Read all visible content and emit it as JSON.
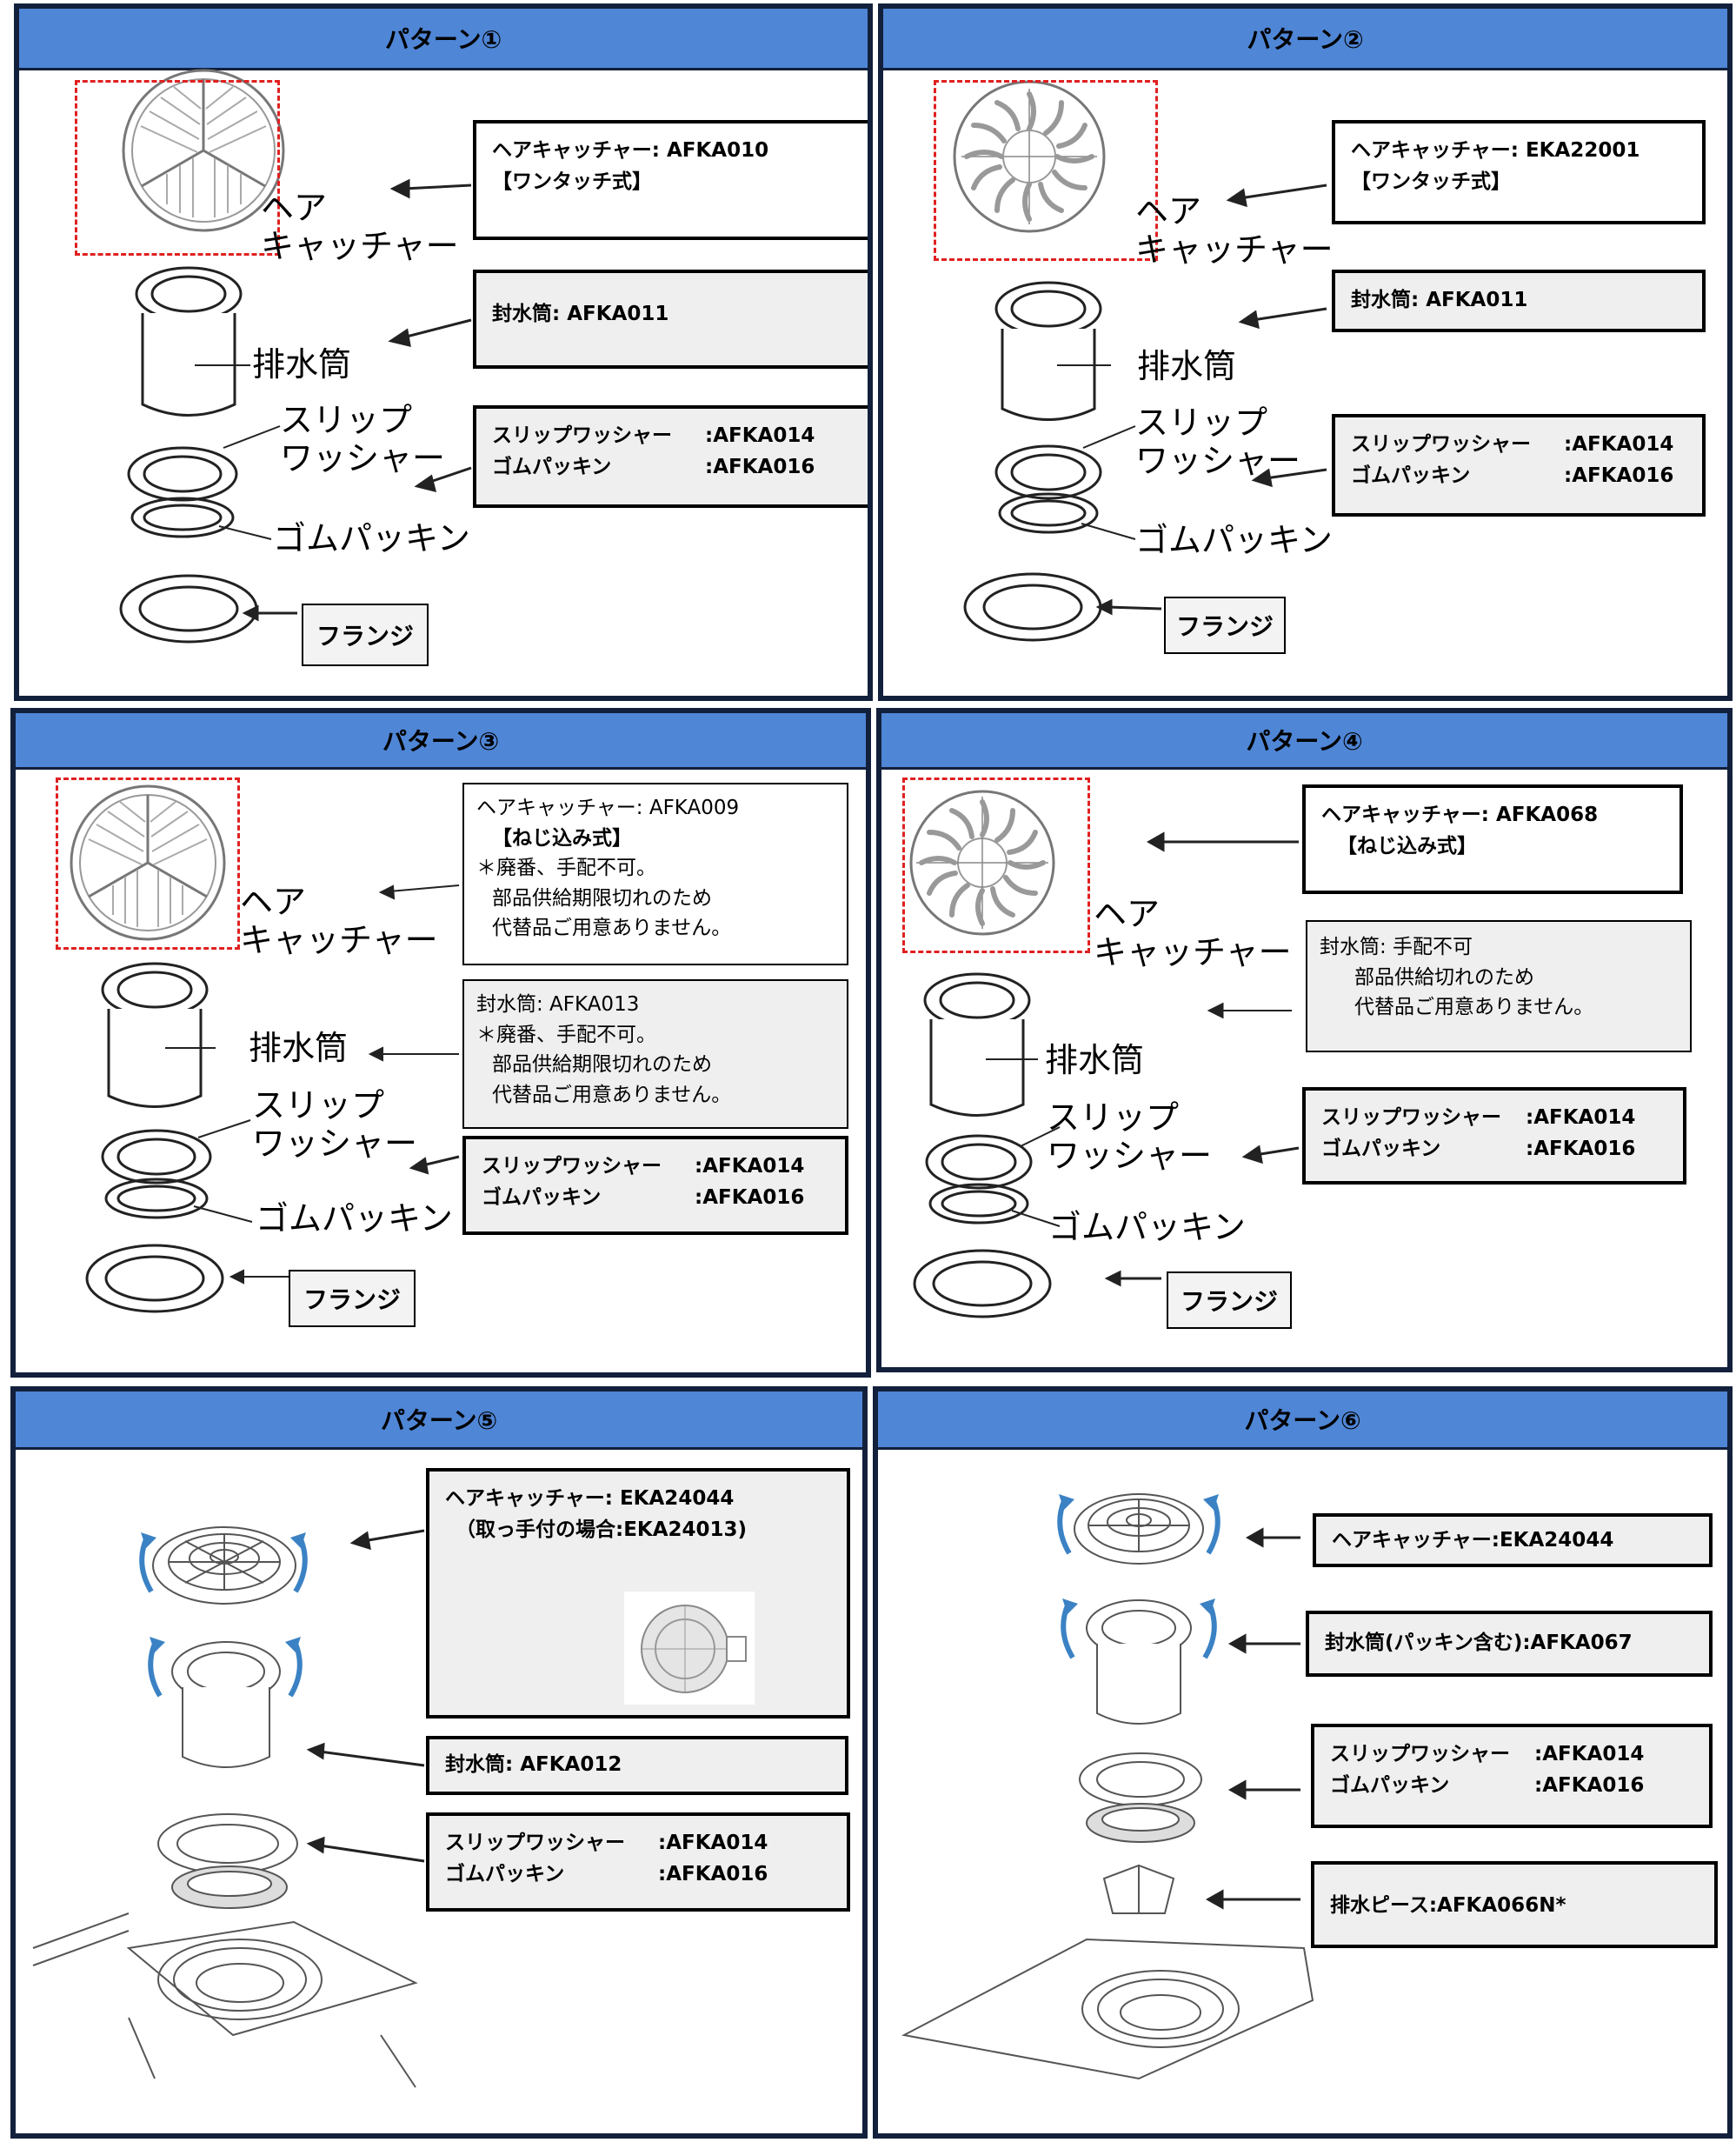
{
  "panels": [
    {
      "title": "パターン①",
      "labels": {
        "hair": [
          "ヘア",
          "キャッチャー"
        ],
        "drain": "排水筒",
        "slip": [
          "スリップ",
          "ワッシャー"
        ],
        "gomu": "ゴムパッキン"
      },
      "box1": {
        "line1": "ヘアキャッチャー: AFKA010",
        "line2": "【ワンタッチ式】"
      },
      "box2": {
        "line1": "封水筒: AFKA011"
      },
      "box3": {
        "k1": "スリップワッシャー",
        "v1": ":AFKA014",
        "k2": "ゴムパッキン",
        "v2": ":AFKA016"
      },
      "flange": "フランジ"
    },
    {
      "title": "パターン②",
      "labels": {
        "hair": [
          "ヘア",
          "キャッチャー"
        ],
        "drain": "排水筒",
        "slip": [
          "スリップ",
          "ワッシャー"
        ],
        "gomu": "ゴムパッキン"
      },
      "box1": {
        "line1": "ヘアキャッチャー: EKA22001",
        "line2": "【ワンタッチ式】"
      },
      "box2": {
        "line1": "封水筒: AFKA011"
      },
      "box3": {
        "k1": "スリップワッシャー",
        "v1": ":AFKA014",
        "k2": "ゴムパッキン",
        "v2": ":AFKA016"
      },
      "flange": "フランジ"
    },
    {
      "title": "パターン③",
      "labels": {
        "hair": [
          "ヘア",
          "キャッチャー"
        ],
        "drain": "排水筒",
        "slip": [
          "スリップ",
          "ワッシャー"
        ],
        "gomu": "ゴムパッキン"
      },
      "box1": {
        "line1": "ヘアキャッチャー: AFKA009",
        "line2": "【ねじ込み式】",
        "line3": "＊廃番、手配不可。",
        "line4": "部品供給期限切れのため",
        "line5": "代替品ご用意ありません。"
      },
      "box2": {
        "line1": "封水筒: AFKA013",
        "line2": "＊廃番、手配不可。",
        "line3": "部品供給期限切れのため",
        "line4": "代替品ご用意ありません。"
      },
      "box3": {
        "k1": "スリップワッシャー",
        "v1": ":AFKA014",
        "k2": "ゴムパッキン",
        "v2": ":AFKA016"
      },
      "flange": "フランジ"
    },
    {
      "title": "パターン④",
      "labels": {
        "hair": [
          "ヘア",
          "キャッチャー"
        ],
        "drain": "排水筒",
        "slip": [
          "スリップ",
          "ワッシャー"
        ],
        "gomu": "ゴムパッキン"
      },
      "box1": {
        "line1": "ヘアキャッチャー: AFKA068",
        "line2": "【ねじ込み式】"
      },
      "box2": {
        "line1": "封水筒: 手配不可",
        "line2": "部品供給切れのため",
        "line3": "代替品ご用意ありません。"
      },
      "box3": {
        "k1": "スリップワッシャー",
        "v1": ":AFKA014",
        "k2": "ゴムパッキン",
        "v2": ":AFKA016"
      },
      "flange": "フランジ"
    },
    {
      "title": "パターン⑤",
      "box1": {
        "line1": "ヘアキャッチャー: EKA24044",
        "line2": "（取っ手付の場合:EKA24013)"
      },
      "box2": {
        "line1": "封水筒: AFKA012"
      },
      "box3": {
        "k1": "スリップワッシャー",
        "v1": ":AFKA014",
        "k2": "ゴムパッキン",
        "v2": ":AFKA016"
      }
    },
    {
      "title": "パターン⑥",
      "box1": {
        "line1": "ヘアキャッチャー:EKA24044"
      },
      "box2": {
        "line1": "封水筒(パッキン含む):AFKA067"
      },
      "box3": {
        "k1": "スリップワッシャー",
        "v1": ":AFKA014",
        "k2": "ゴムパッキン",
        "v2": ":AFKA016"
      },
      "box4": {
        "line1": "排水ピース:AFKA066N*"
      }
    }
  ],
  "colors": {
    "header": "#4f86d6",
    "border": "#12203c",
    "dash": "#e02020",
    "rotate_arrow": "#3b82c4"
  }
}
